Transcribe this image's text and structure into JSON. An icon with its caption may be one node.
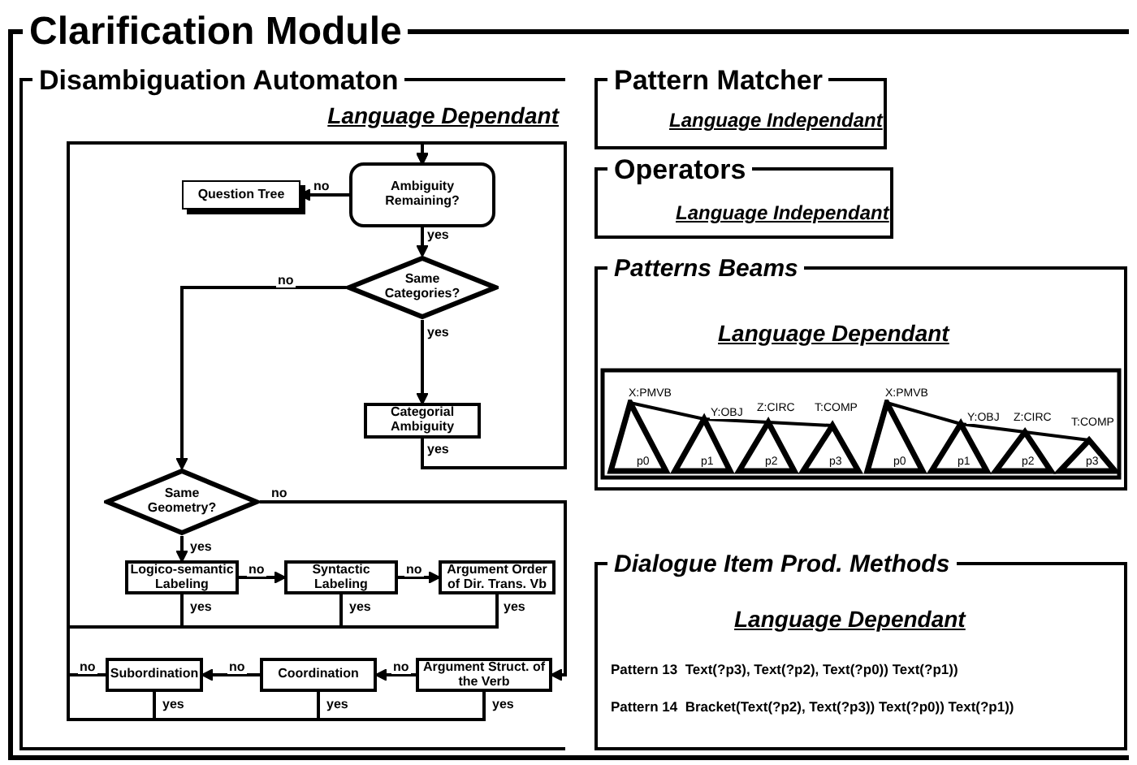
{
  "diagram": {
    "nodes": [
      {
        "text": [
          "Clarification Module"
        ]
      },
      {
        "text": [
          "Disambiguation Automaton",
          "Language Dependant"
        ],
        "in": 0
      },
      {
        "text": [
          "Question Tree"
        ],
        "in": 1
      },
      {
        "text": [
          "Ambiguity Remaining?"
        ],
        "in": 1
      },
      {
        "text": [
          "Same Categories?"
        ],
        "in": 1
      },
      {
        "text": [
          "Categorial Ambiguity"
        ],
        "in": 1
      },
      {
        "text": [
          "Same Geometry?"
        ],
        "in": 1
      },
      {
        "text": [
          "Logico-semantic Labeling"
        ],
        "in": 1
      },
      {
        "text": [
          "Syntactic Labeling"
        ],
        "in": 1
      },
      {
        "text": [
          "Argument Order of Dir. Trans. Vb"
        ],
        "in": 1
      },
      {
        "text": [
          "Argument Struct. of the Verb"
        ],
        "in": 1
      },
      {
        "text": [
          "Coordination"
        ],
        "in": 1
      },
      {
        "text": [
          "Subordination"
        ],
        "in": 1
      },
      {
        "text": [
          "Pattern Matcher",
          "Language Independant"
        ],
        "in": 0
      },
      {
        "text": [
          "Operators",
          "Language Independant"
        ],
        "in": 0
      },
      {
        "text": [
          "Patterns Beams",
          "Language Dependant"
        ],
        "in": 0
      },
      {
        "text": [
          "Dialogue Item Prod. Methods",
          "Language Dependant",
          "Pattern 13  Text(?p3), Text(?p2), Text(?p0)) Text(?p1))",
          "Pattern 14  Bracket(Text(?p2), Text(?p3)) Text(?p0)) Text(?p1))"
        ],
        "in": 0
      }
    ],
    "edges": [
      {
        "from": 3,
        "to": 2,
        "arrow": "to",
        "label": "no"
      },
      {
        "from": 3,
        "to": 4,
        "arrow": "to",
        "label": "yes"
      },
      {
        "from": 4,
        "to": 5,
        "arrow": "to",
        "label": "yes"
      },
      {
        "from": 4,
        "to": 6,
        "arrow": "to",
        "label": "no"
      },
      {
        "from": 5,
        "to": 3,
        "arrow": "to",
        "label": "yes"
      },
      {
        "from": 6,
        "to": 7,
        "arrow": "to",
        "label": "yes"
      },
      {
        "from": 6,
        "to": 10,
        "arrow": "to",
        "label": "no"
      },
      {
        "from": 7,
        "to": 8,
        "arrow": "to",
        "label": "no"
      },
      {
        "from": 8,
        "to": 9,
        "arrow": "to",
        "label": "no"
      },
      {
        "from": 7,
        "to": 3,
        "arrow": "to",
        "label": "yes"
      },
      {
        "from": 8,
        "to": 3,
        "arrow": "to",
        "label": "yes"
      },
      {
        "from": 9,
        "to": 3,
        "arrow": "to",
        "label": "yes"
      },
      {
        "from": 10,
        "to": 11,
        "arrow": "to",
        "label": "no"
      },
      {
        "from": 11,
        "to": 12,
        "arrow": "to",
        "label": "no"
      },
      {
        "from": 12,
        "to": 3,
        "arrow": "to",
        "label": "no"
      },
      {
        "from": 10,
        "to": 3,
        "arrow": "to",
        "label": "yes"
      },
      {
        "from": 11,
        "to": 3,
        "arrow": "to",
        "label": "yes"
      },
      {
        "from": 12,
        "to": 3,
        "arrow": "to",
        "label": "yes"
      }
    ],
    "labels": [
      "X:PMVB",
      "Y:OBJ",
      "Z:CIRC",
      "T:COMP",
      "p0",
      "p1",
      "p2",
      "p3",
      "X:PMVB",
      "Y:OBJ",
      "Z:CIRC",
      "T:COMP",
      "p0",
      "p1",
      "p2",
      "p3"
    ]
  }
}
